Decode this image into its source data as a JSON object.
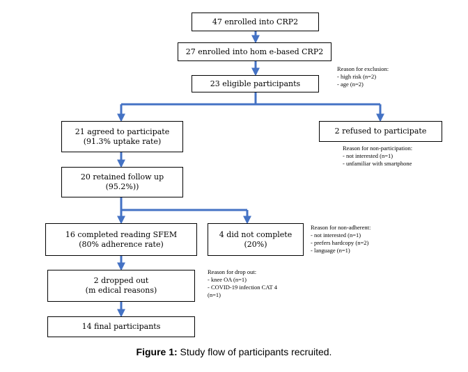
{
  "boxes": {
    "enrolled_crp2": "47 enrolled into CRP2",
    "enrolled_home": "27 enrolled into hom e-based CRP2",
    "eligible": "23 eligible participants",
    "agreed": [
      "21 agreed to participate",
      "(91.3% uptake rate)"
    ],
    "refused": "2 refused to participate",
    "retained": [
      "20 retained follow up",
      "(95.2%))"
    ],
    "completed": [
      "16 completed reading SFEM",
      "(80% adherence rate)"
    ],
    "not_complete": [
      "4 did not complete",
      "(20%)"
    ],
    "dropped": [
      "2 dropped out",
      "(m edical reasons)"
    ],
    "final": "14 final participants"
  },
  "notes": {
    "exclusion": [
      "Reason for exclusion:",
      "- high risk (n=2)",
      "- age (n=2)"
    ],
    "non_participation": [
      "Reason for non-participation:",
      "- not interested (n=1)",
      "- unfamiliar with smartphone"
    ],
    "non_adherent": [
      "Reason for non-adherent:",
      "- not interested (n=1)",
      "- prefers hardcopy (n=2)",
      "- language (n=1)"
    ],
    "drop_out": [
      "Reason for drop out:",
      "- knee OA (n=1)",
      "- COVID-19 infection CAT 4",
      "(n=1)"
    ]
  },
  "caption": {
    "label": "Figure 1:",
    "text": " Study flow of participants recruited."
  },
  "colors": {
    "arrow": "#4472c4",
    "border": "#000000"
  }
}
